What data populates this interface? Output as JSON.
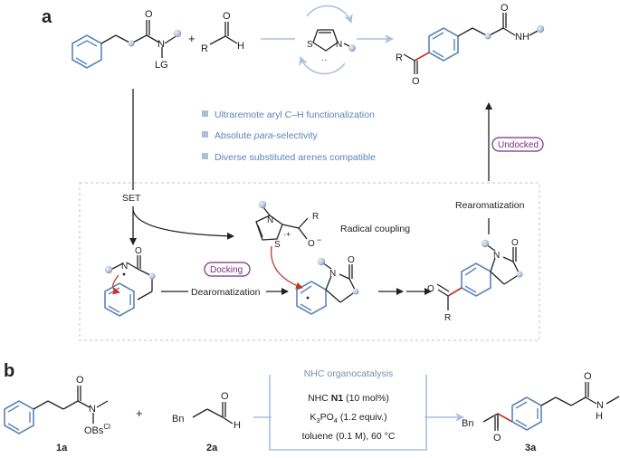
{
  "panels": {
    "a": {
      "letter": "a"
    },
    "b": {
      "letter": "b"
    }
  },
  "panel_a": {
    "reactant_leaving_group": "LG",
    "reactant_aldehyde_R": "R",
    "aldehyde_H": "H",
    "plus": "+",
    "nhc_S": "S",
    "nhc_N": "N",
    "nhc_carbene_dots": "··",
    "product_R": "R",
    "product_O": "O",
    "product_N": "N",
    "product_H": "H",
    "features": [
      "Ultraremote aryl C–H functionalization",
      "Absolute para-selectivity",
      "Diverse substituted arenes compatible"
    ],
    "features_parts": {
      "f2_prefix": "Absolute ",
      "f2_italic": "para",
      "f2_suffix": "-selectivity"
    },
    "undocked_label": "Undocked",
    "set_label": "SET",
    "rearomatization_label": "Rearomatization",
    "radical_coupling_label": "Radical coupling",
    "docking_label": "Docking",
    "dearomatization_label": "Dearomatization",
    "breslow_S": "S",
    "breslow_N": "N",
    "breslow_R": "R",
    "breslow_O": "O",
    "breslow_charge": "·+",
    "breslow_minus": "−",
    "amidyl_N": "N",
    "spiro_N": "N",
    "spiro_O": "O",
    "spiro2_N": "N",
    "spiro2_O": "O",
    "spiro2_R": "R",
    "spiro2_Oketone": "O"
  },
  "panel_b": {
    "substrate_N": "N",
    "substrate_O": "O",
    "substrate_OBs": "OBs",
    "substrate_Cl": "Cl",
    "substrate_id": "1a",
    "plus": "+",
    "aldehyde_Bn": "Bn",
    "aldehyde_O": "O",
    "aldehyde_H": "H",
    "aldehyde_id": "2a",
    "conditions_title": "NHC organocatalysis",
    "conditions_line1_prefix": "NHC ",
    "conditions_line1_bold": "N1",
    "conditions_line1_suffix": " (10 mol%)",
    "conditions_line2": "K3PO4 (1.2 equiv.)",
    "conditions_line2_parts": {
      "k": "K",
      "sub3": "3",
      "po": "PO",
      "sub4": "4",
      "rest": " (1.2 equiv.)"
    },
    "conditions_line3": "toluene (0.1 M), 60 °C",
    "product_Bn": "Bn",
    "product_O": "O",
    "product_O_amide": "O",
    "product_N": "N",
    "product_H": "H",
    "product_id": "3a"
  },
  "colors": {
    "blue": "#5b84b8",
    "light_blue": "#a9c0da",
    "purple": "#7a2d80",
    "red": "#c0392b",
    "gray": "#9aa8b6",
    "dashed_box": "#cfcfcf"
  }
}
